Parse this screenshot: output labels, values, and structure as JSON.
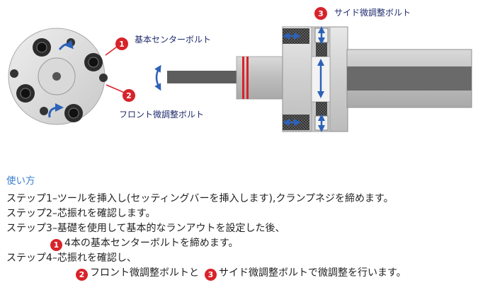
{
  "colors": {
    "badge_red": "#d8232a",
    "arrow_blue": "#2c62b8",
    "title_blue": "#3a7fd0",
    "label_navy": "#1f2a6c"
  },
  "diagram": {
    "label_1": {
      "num": "1",
      "text": "基本センターボルト"
    },
    "label_2": {
      "num": "2",
      "text": "フロント微調整ボルト"
    },
    "label_3": {
      "num": "3",
      "text": "サイド微調整ボルト"
    }
  },
  "howto": {
    "title": "使い方",
    "step1": "ステップ1–ツールを挿入し(セッティングバーを挿入します),クランプネジを締めます。",
    "step2": "ステップ2–芯振れを確認します。",
    "step3": "ステップ3–基礎を使用して基本的なランアウトを設定した後、",
    "step3_sub": {
      "badge": "1",
      "text": "4本の基本センターボルトを締めます。"
    },
    "step4": "ステップ4–芯振れを確認し、",
    "step4_sub": {
      "badge_a": "2",
      "text_a": "フロント微調整ボルトと",
      "badge_b": "3",
      "text_b": "サイド微調整ボルトで微調整を行います。"
    }
  }
}
